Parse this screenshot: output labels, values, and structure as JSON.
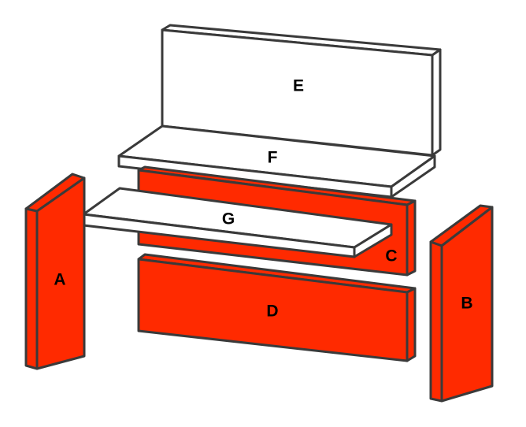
{
  "colors": {
    "brick": "#ff2a00",
    "panel": "#ffffff",
    "outline": "#3a3a3a"
  },
  "labels": {
    "a": "A",
    "b": "B",
    "c": "C",
    "d": "D",
    "e": "E",
    "f": "F",
    "g": "G"
  }
}
